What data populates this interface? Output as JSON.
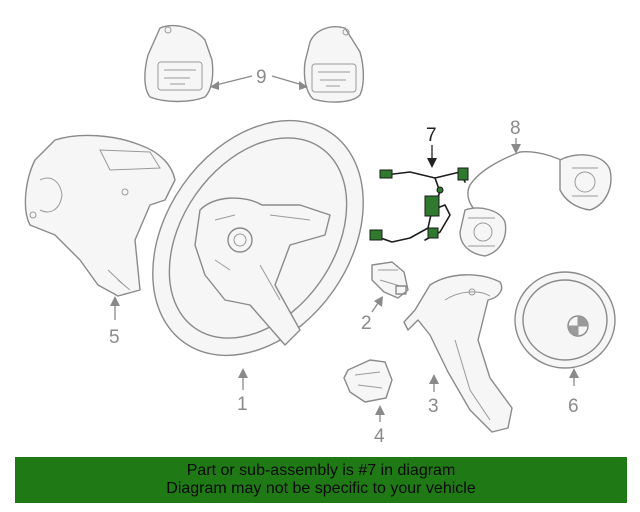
{
  "callouts": {
    "c1": "1",
    "c2": "2",
    "c3": "3",
    "c4": "4",
    "c5": "5",
    "c6": "6",
    "c7": "7",
    "c8": "8",
    "c9": "9"
  },
  "highlighted_callout": "7",
  "banner": {
    "line1": "Part or sub-assembly is #7 in diagram",
    "line2": "Diagram may not be specific to your vehicle"
  },
  "colors": {
    "banner_bg": "#1f7a16",
    "line_art": "#8a8a8a",
    "highlight": "#222222",
    "connector_green": "#2f7a2f"
  }
}
